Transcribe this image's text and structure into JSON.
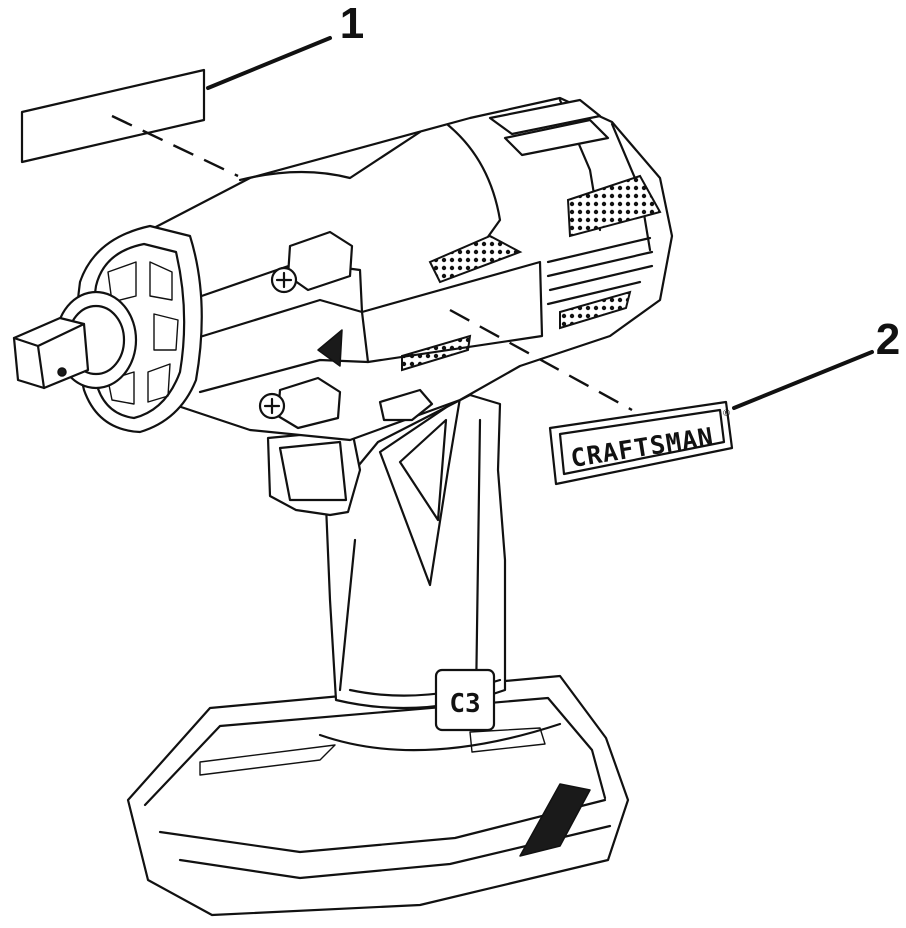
{
  "callouts": [
    {
      "number": "1",
      "part": "label"
    },
    {
      "number": "2",
      "part": "badge"
    }
  ],
  "badge": {
    "text": "CRAFTSMAN",
    "mark": "®"
  },
  "housing": {
    "logo_text": "C3"
  }
}
